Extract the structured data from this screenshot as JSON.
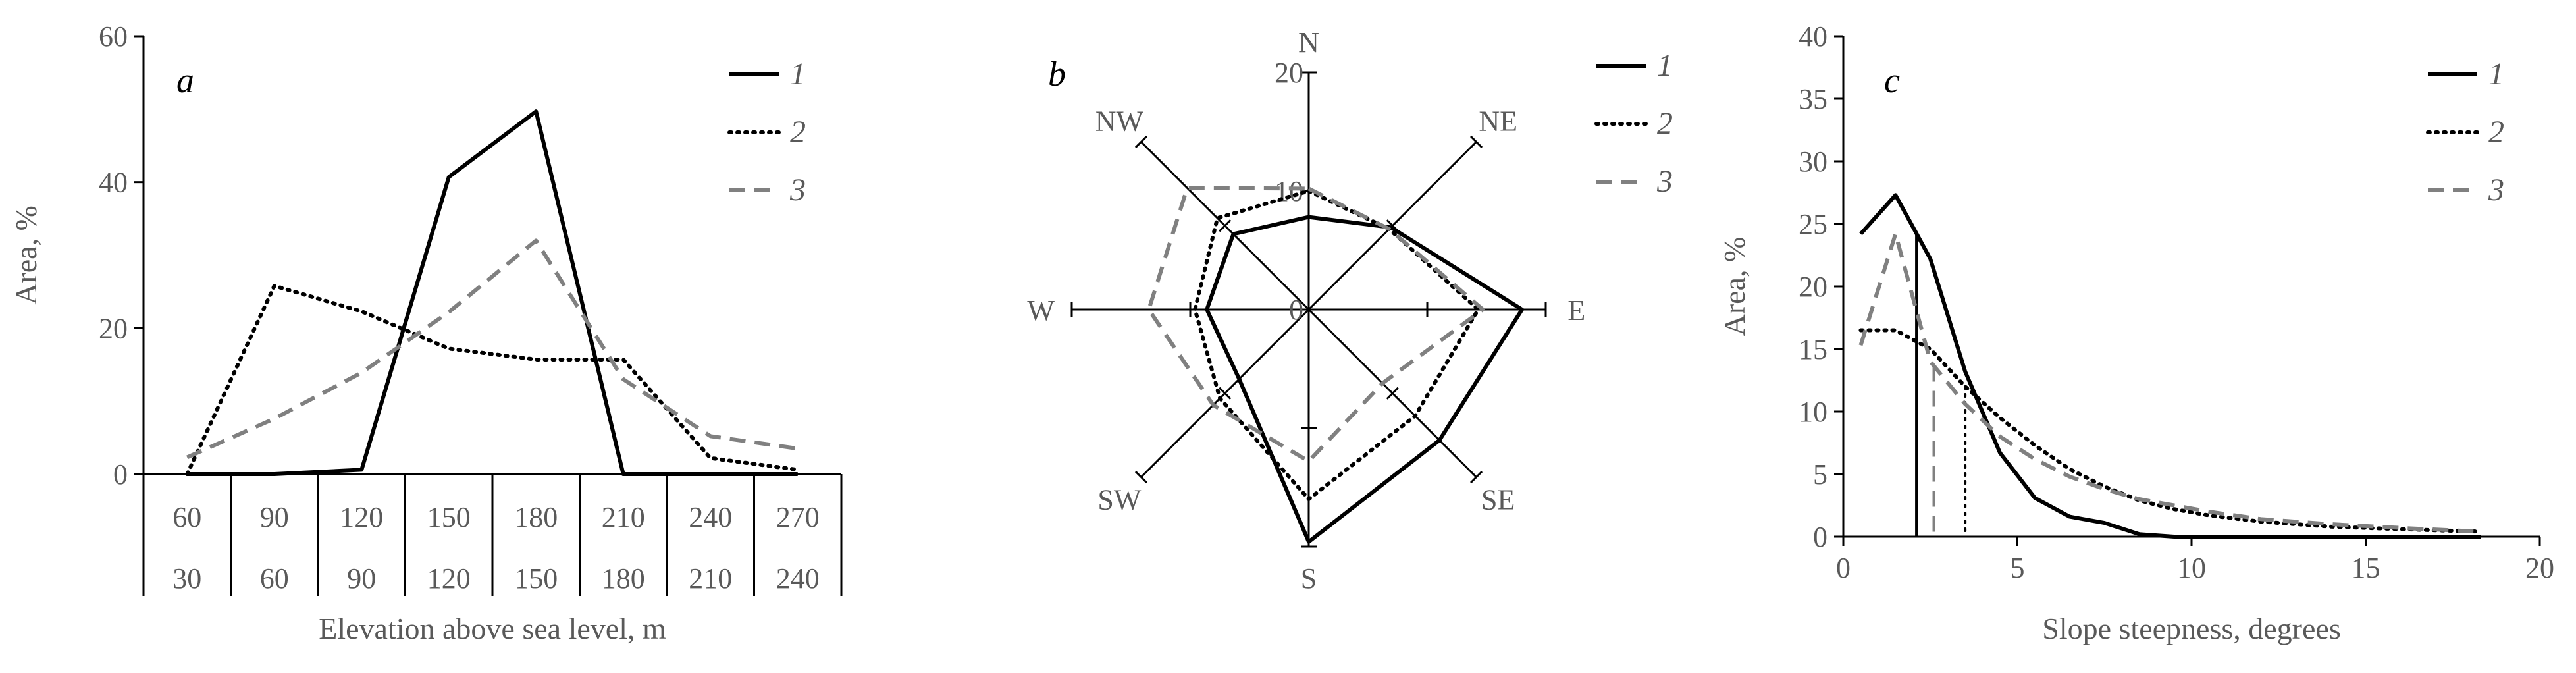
{
  "chart_data": [
    {
      "panel": "a",
      "type": "line",
      "ylabel": "Area, %",
      "xlabel": "Elevation above sea level, m",
      "ylim": [
        0,
        60
      ],
      "yticks": [
        0,
        20,
        40,
        60
      ],
      "categories_upper": [
        "60",
        "90",
        "120",
        "150",
        "180",
        "210",
        "240",
        "270"
      ],
      "categories_lower": [
        "30",
        "60",
        "90",
        "120",
        "150",
        "180",
        "210",
        "240"
      ],
      "series": [
        {
          "name": "1",
          "style": "solid",
          "color": "#000000",
          "values": [
            0,
            0,
            0.6,
            40.7,
            49.7,
            0,
            0,
            0
          ]
        },
        {
          "name": "2",
          "style": "dotted",
          "color": "#000000",
          "values": [
            0,
            25.8,
            22.3,
            17.2,
            15.7,
            15.7,
            2.2,
            0.6
          ]
        },
        {
          "name": "3",
          "style": "dashed",
          "color": "#808080",
          "values": [
            2.3,
            7.6,
            13.9,
            22.2,
            32.0,
            13.0,
            5.2,
            3.5
          ]
        }
      ],
      "legend": [
        "1",
        "2",
        "3"
      ],
      "legend_position": "top-right",
      "grid": false
    },
    {
      "panel": "b",
      "type": "radar",
      "directions": [
        "N",
        "NE",
        "E",
        "SE",
        "S",
        "SW",
        "W",
        "NW"
      ],
      "rticks": [
        "0",
        "10",
        "20"
      ],
      "rlim": [
        0,
        20
      ],
      "series": [
        {
          "name": "1",
          "style": "solid",
          "color": "#000000",
          "values": [
            7.8,
            9.8,
            18.0,
            15.6,
            19.6,
            8.3,
            8.6,
            9.0
          ]
        },
        {
          "name": "2",
          "style": "dotted",
          "color": "#000000",
          "values": [
            10.0,
            9.6,
            14.3,
            12.7,
            16.0,
            10.6,
            9.6,
            10.9
          ]
        },
        {
          "name": "3",
          "style": "dashed",
          "color": "#808080",
          "values": [
            10.2,
            9.6,
            14.7,
            8.8,
            12.8,
            11.4,
            13.5,
            14.5
          ]
        }
      ],
      "legend": [
        "1",
        "2",
        "3"
      ],
      "legend_position": "top-right",
      "grid": false
    },
    {
      "panel": "c",
      "type": "line",
      "ylabel": "Area, %",
      "xlabel": "Slope steepness, degrees",
      "xlim": [
        0,
        20
      ],
      "ylim": [
        0,
        40
      ],
      "xticks": [
        0,
        5,
        10,
        15,
        20
      ],
      "yticks": [
        0,
        5,
        10,
        15,
        20,
        25,
        30,
        35,
        40
      ],
      "series": [
        {
          "name": "1",
          "style": "solid",
          "color": "#000000",
          "x": [
            0.5,
            1.5,
            2.5,
            3.5,
            4.5,
            5.5,
            6.5,
            7.5,
            8.5,
            9.5,
            10.5,
            12,
            14,
            16,
            18.3
          ],
          "y": [
            24.2,
            27.3,
            22.2,
            13.2,
            6.7,
            3.1,
            1.6,
            1.1,
            0.2,
            0,
            0,
            0,
            0,
            0,
            0
          ]
        },
        {
          "name": "2",
          "style": "dotted",
          "color": "#000000",
          "x": [
            0.5,
            1.5,
            2.5,
            3.5,
            4.5,
            5.5,
            6.5,
            7.5,
            8.5,
            9.5,
            10.5,
            12,
            14,
            16,
            18.3
          ],
          "y": [
            16.5,
            16.5,
            15.0,
            12.0,
            9.5,
            7.3,
            5.4,
            4.0,
            2.9,
            2.2,
            1.7,
            1.2,
            0.8,
            0.6,
            0.4
          ]
        },
        {
          "name": "3",
          "style": "dashed",
          "color": "#808080",
          "x": [
            0.5,
            1.5,
            2.5,
            3.5,
            4.5,
            5.5,
            6.5,
            7.5,
            8.5,
            9.5,
            10.5,
            12,
            14,
            16,
            18.3
          ],
          "y": [
            15.3,
            24.2,
            14.0,
            10.6,
            8.0,
            6.2,
            4.8,
            3.8,
            3.0,
            2.5,
            2.0,
            1.4,
            1.0,
            0.7,
            0.4
          ]
        }
      ],
      "reference_lines": [
        {
          "x": 2.1,
          "style": "solid"
        },
        {
          "x": 3.5,
          "style": "dotted"
        },
        {
          "x": 2.6,
          "style": "dashed"
        }
      ],
      "legend": [
        "1",
        "2",
        "3"
      ],
      "legend_position": "top-right",
      "grid": false
    }
  ]
}
